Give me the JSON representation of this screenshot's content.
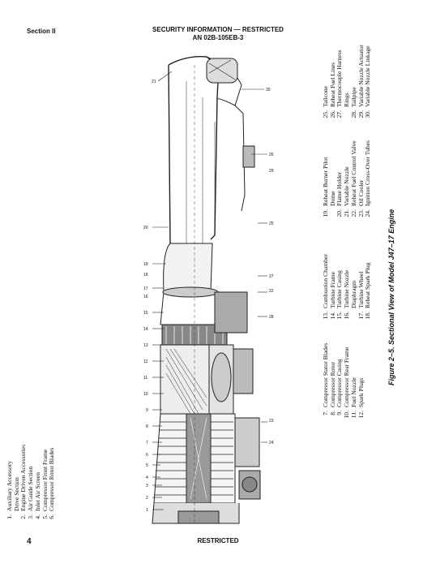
{
  "header": {
    "section": "Section II",
    "title": "SECURITY INFORMATION — RESTRICTED",
    "doc_number": "AN 02B-105EB-3"
  },
  "footer": {
    "page_number": "4",
    "classification": "RESTRICTED"
  },
  "figure": {
    "caption": "Figure 2–5. Sectional View of Model J47–17 Engine",
    "callouts": [
      "1",
      "2",
      "3",
      "4",
      "5",
      "6",
      "7",
      "8",
      "9",
      "10",
      "11",
      "12",
      "13",
      "14",
      "15",
      "16",
      "17",
      "18",
      "19",
      "20",
      "21",
      "22",
      "23",
      "24",
      "25",
      "26",
      "27",
      "28",
      "29",
      "30"
    ],
    "legend_columns": [
      [
        {
          "num": "1.",
          "label": "Auxiliary Accessory"
        },
        {
          "num": "",
          "label": "Drive Section"
        },
        {
          "num": "2.",
          "label": "Engine Driven Accessories"
        },
        {
          "num": "3.",
          "label": "Air Guide Section"
        },
        {
          "num": "4.",
          "label": "Inlet Air Screen"
        },
        {
          "num": "5.",
          "label": "Compressor Front Frame"
        },
        {
          "num": "6.",
          "label": "Compressor Rotor Blades"
        }
      ],
      [
        {
          "num": "7.",
          "label": "Compressor Stator Blades"
        },
        {
          "num": "8.",
          "label": "Compressor Rotor"
        },
        {
          "num": "9.",
          "label": "Compressor Casing"
        },
        {
          "num": "10.",
          "label": "Compressor Rear Frame"
        },
        {
          "num": "11.",
          "label": "Fuel Nozzle"
        },
        {
          "num": "12.",
          "label": "Spark Plugs"
        }
      ],
      [
        {
          "num": "13.",
          "label": "Combustion Chamber"
        },
        {
          "num": "14.",
          "label": "Turbine Frame"
        },
        {
          "num": "15.",
          "label": "Turbine Casing"
        },
        {
          "num": "16.",
          "label": "Turbine Nozzle"
        },
        {
          "num": "",
          "label": "Diaphragm"
        },
        {
          "num": "17.",
          "label": "Turbine Wheel"
        },
        {
          "num": "18.",
          "label": "Reheat Spark Plug"
        }
      ],
      [
        {
          "num": "19.",
          "label": "Reheat Burner Pilot"
        },
        {
          "num": "",
          "label": "Dome"
        },
        {
          "num": "20.",
          "label": "Flame Holder"
        },
        {
          "num": "21.",
          "label": "Variable Nozzle"
        },
        {
          "num": "22.",
          "label": "Reheat Fuel Control Valve"
        },
        {
          "num": "23.",
          "label": "Oil Cooler"
        },
        {
          "num": "24.",
          "label": "Ignition Cross-Over Tubes"
        }
      ],
      [
        {
          "num": "25.",
          "label": "Tailcone"
        },
        {
          "num": "26.",
          "label": "Reheat Fuel Lines"
        },
        {
          "num": "27.",
          "label": "Thermocouple Harness"
        },
        {
          "num": "",
          "label": "Rings"
        },
        {
          "num": "28.",
          "label": "Tailpipe"
        },
        {
          "num": "29.",
          "label": "Variable Nozzle Actuator"
        },
        {
          "num": "30.",
          "label": "Variable Nozzle Linkage"
        }
      ]
    ]
  }
}
